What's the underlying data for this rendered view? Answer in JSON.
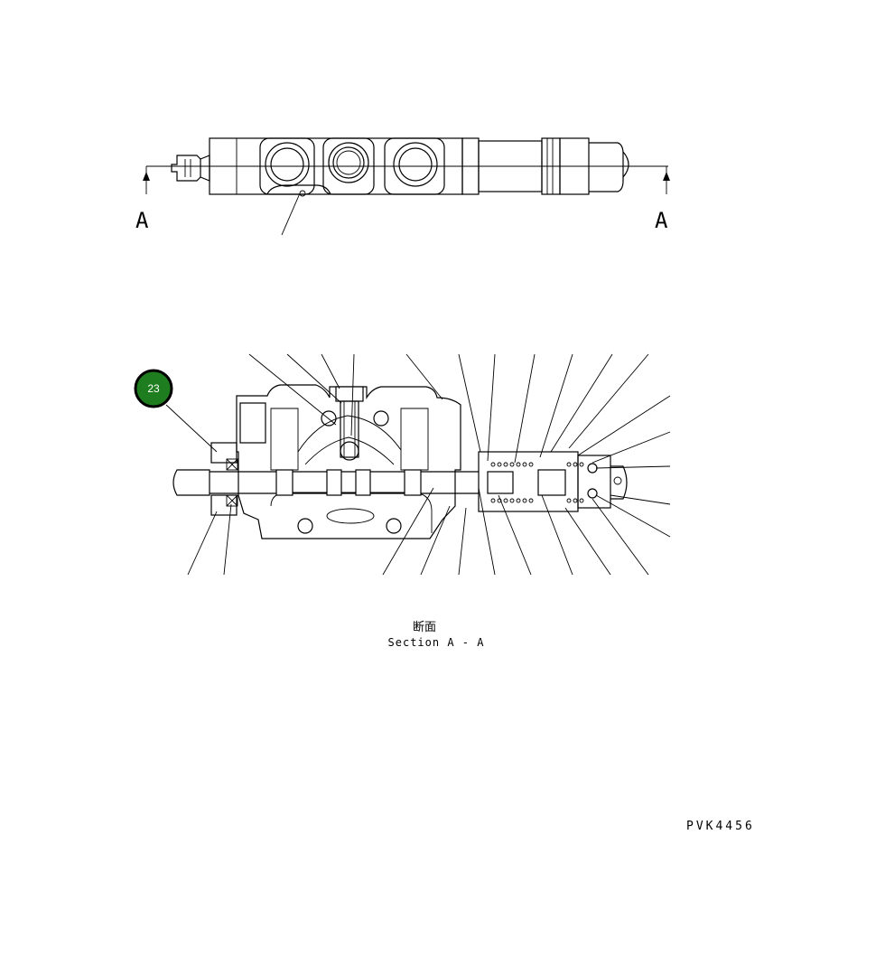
{
  "section_markers": {
    "left": "A",
    "right": "A"
  },
  "callout": {
    "number": "23",
    "color": "#1e7d1e"
  },
  "caption": {
    "jp": "断面",
    "en": "Section A - A"
  },
  "drawing_id": "PVK4456"
}
